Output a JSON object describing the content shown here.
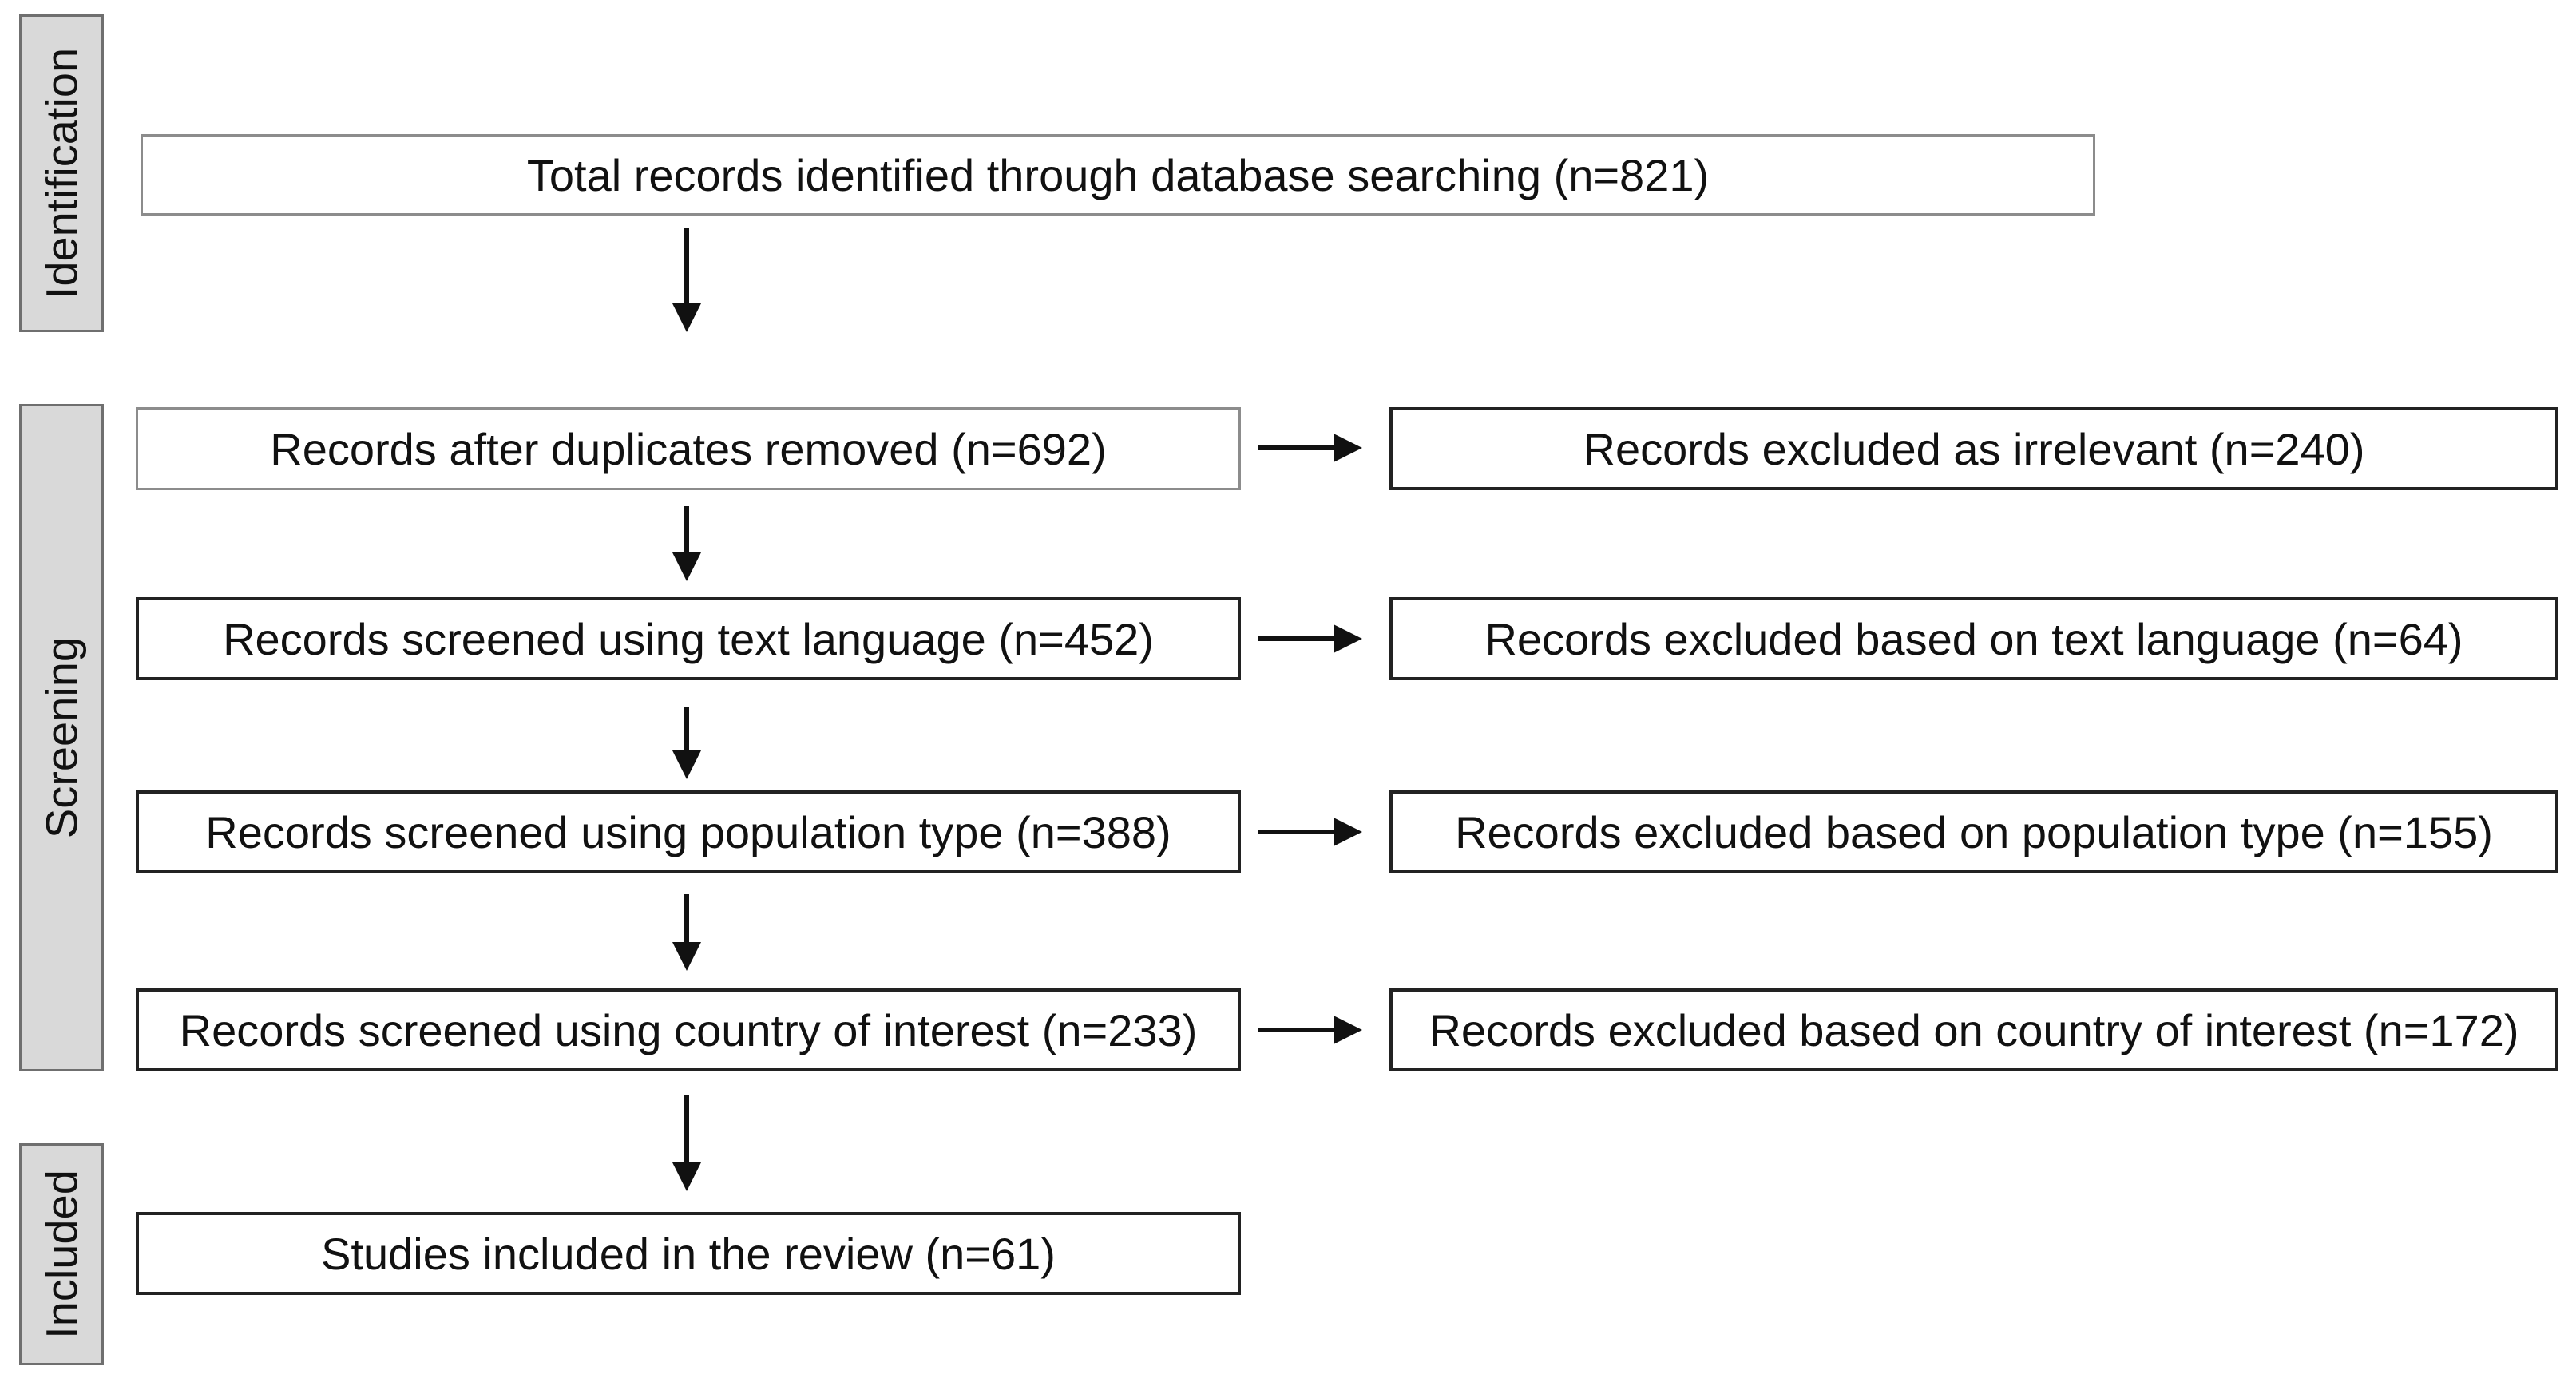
{
  "stages": {
    "identification": "Identification",
    "screening": "Screening",
    "included": "Included"
  },
  "flow": {
    "identified": "Total records identified through database searching (n=821)",
    "after_duplicates": "Records after duplicates removed (n=692)",
    "screened_language": "Records screened using text language (n=452)",
    "screened_population": "Records screened using population type (n=388)",
    "screened_country": "Records screened using country of interest (n=233)",
    "included": "Studies included in the review (n=61)"
  },
  "exclusions": {
    "irrelevant": "Records excluded as irrelevant (n=240)",
    "language": "Records excluded based on text language (n=64)",
    "population": "Records excluded based on population type (n=155)",
    "country": "Records excluded based on country of interest (n=172)"
  }
}
